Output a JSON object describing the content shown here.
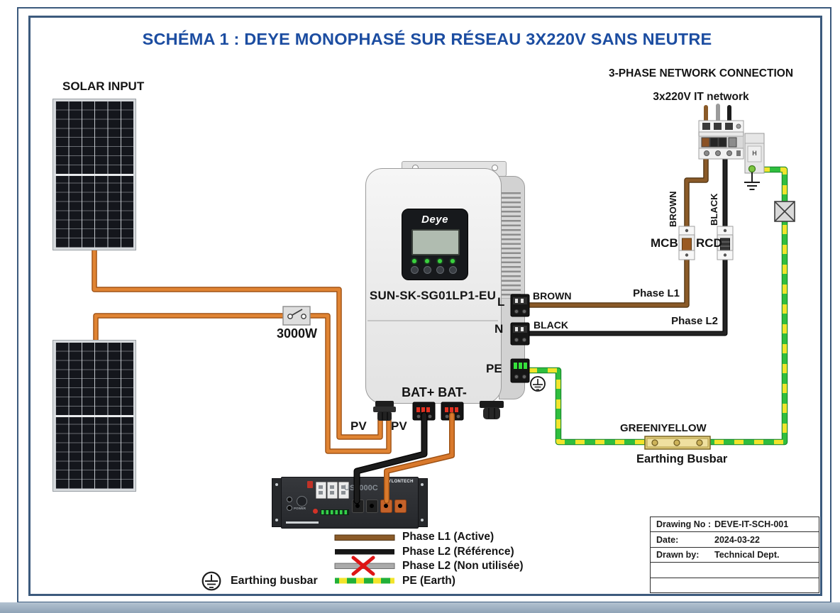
{
  "title": "SCHÉMA 1 : DEYE MONOPHASÉ SUR RÉSEAU 3X220V SANS NEUTRE",
  "solar": {
    "heading": "SOLAR INPUT"
  },
  "pv_switch": {
    "label": "3000W"
  },
  "inverter": {
    "brand": "Deye",
    "model": "SUN-SK-SG01LP1-EU",
    "terminal_l": "L",
    "terminal_n": "N",
    "terminal_pe": "PE",
    "battery_terminals": "BAT+ BAT-",
    "pv_left": "PV",
    "pv_right": "PV"
  },
  "battery": {
    "model": "US3000C",
    "brand": "PYLONTECH",
    "power_label": "POWER"
  },
  "network": {
    "heading": "3-PHASE NETWORK CONNECTION",
    "subheading": "3x220V IT network",
    "brown_vertical": "BROWN",
    "black_vertical": "BLACK",
    "mcb": "MCB",
    "rcd": "RCD",
    "phase_l1": "Phase L1",
    "phase_l2": "Phase L2",
    "brown_horizontal": "BROWN",
    "black_horizontal": "BLACK",
    "surge_label": "H"
  },
  "earthing": {
    "wire_label": "GREENIYELLOW",
    "busbar_label": "Earthing Busbar"
  },
  "legend": {
    "earthing_symbol_label": "Earthing busbar",
    "items": [
      {
        "swatch": "brown",
        "label": "Phase L1 (Active)"
      },
      {
        "swatch": "black",
        "label": "Phase L2 (Référence)"
      },
      {
        "swatch": "gray-crossed",
        "label": "Phase L2 (Non utilisée)"
      },
      {
        "swatch": "green-yellow",
        "label": "PE (Earth)"
      }
    ]
  },
  "titleblock": {
    "rows": [
      {
        "label": "Drawing No :",
        "value": "DEVE-IT-SCH-001"
      },
      {
        "label": "Date:",
        "value": "2024-03-22"
      },
      {
        "label": "Drawn by:",
        "value": "Technical Dept."
      }
    ]
  },
  "colors": {
    "title_blue": "#1c4da1",
    "frame_blue": "#3c5a7d",
    "wire_brown": "#8a5a28",
    "wire_black": "#1a1a1a",
    "wire_orange": "#d9792c",
    "wire_gray": "#ababab",
    "earth_green": "#22b038",
    "earth_yellow": "#f2e42c",
    "busbar_brass": "#e2cd7c",
    "cross_red": "#de1515"
  }
}
